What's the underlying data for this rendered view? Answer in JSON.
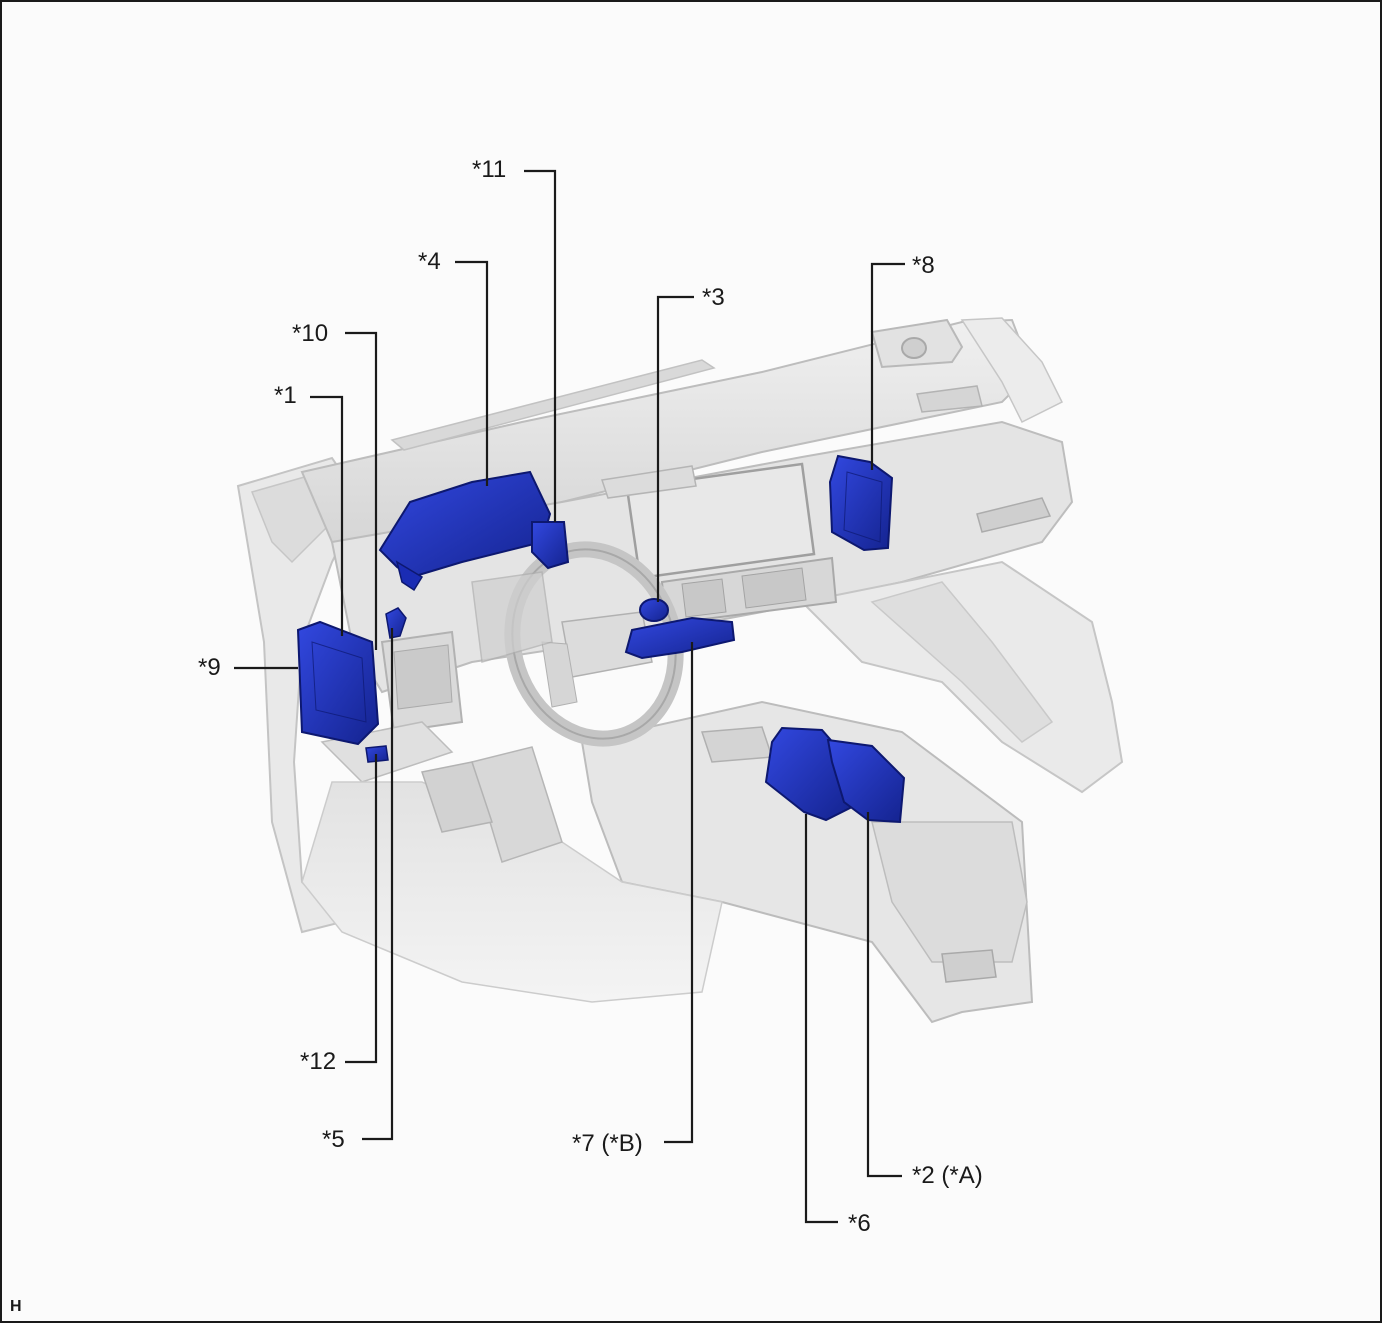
{
  "callouts": {
    "c11": "*11",
    "c4": "*4",
    "c3": "*3",
    "c8": "*8",
    "c10": "*10",
    "c1": "*1",
    "c9": "*9",
    "c12": "*12",
    "c5": "*5",
    "c7": "*7 (*B)",
    "c2": "*2 (*A)",
    "c6": "*6"
  },
  "corner_mark": "H",
  "colors": {
    "highlight": "#1f35c8",
    "highlight_dark": "#12218a",
    "body_light": "#e6e6e6",
    "body_mid": "#d2d2d2",
    "outline": "#b4b4b4",
    "leader": "#1a1a1a"
  }
}
